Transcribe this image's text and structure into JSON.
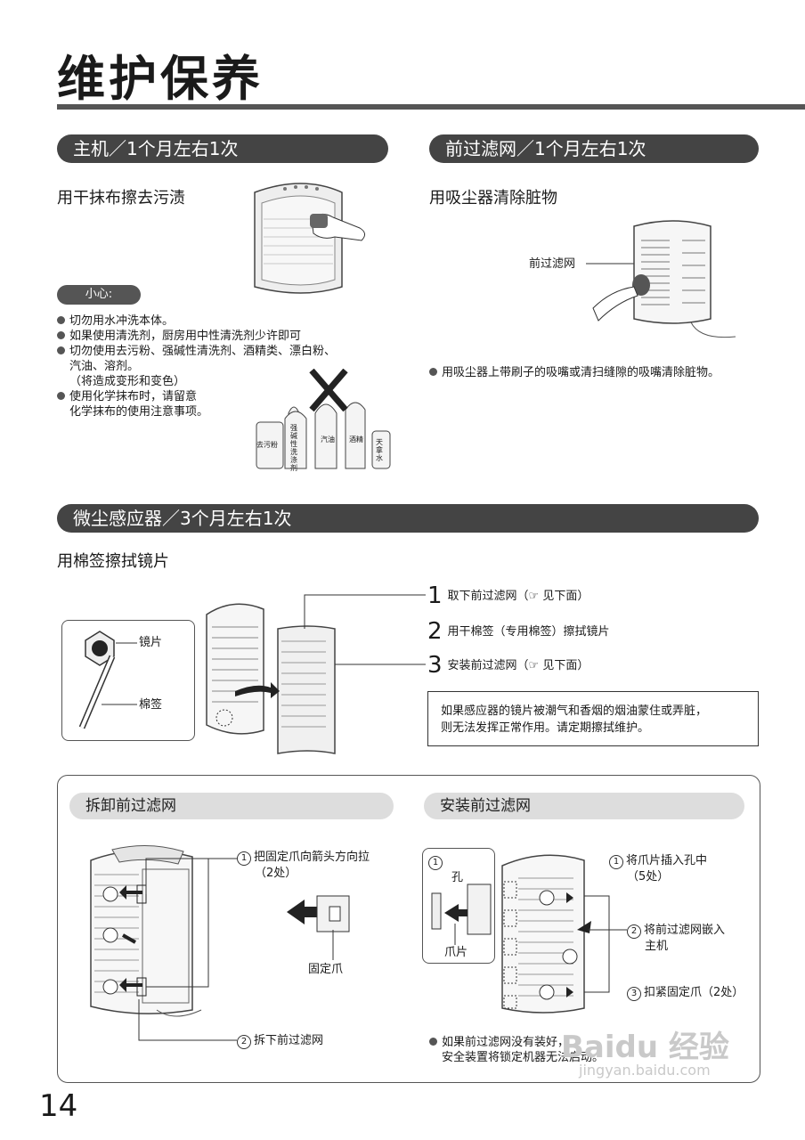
{
  "page": {
    "title": "维护保养",
    "page_number": "14"
  },
  "section_main": {
    "header": "主机／1个月左右1次",
    "subtitle": "用干抹布擦去污渍",
    "caution_label": "小心:",
    "bullets": [
      "切勿用水冲洗本体。",
      "如果使用清洗剂，厨房用中性清洗剂少许即可",
      "切勿使用去污粉、强碱性清洗剂、酒精类、漂白粉、",
      "使用化学抹布时，请留意"
    ],
    "bullet_lines": [
      "汽油、溶剂。",
      "（将造成变形和变色）",
      "化学抹布的使用注意事项。"
    ],
    "bottle_labels": [
      "去污粉",
      "强碱性洗涤剂",
      "汽油",
      "酒精",
      "天拿水"
    ]
  },
  "section_prefilter": {
    "header": "前过滤网／1个月左右1次",
    "subtitle": "用吸尘器清除脏物",
    "callout": "前过滤网",
    "bullet": "用吸尘器上带刷子的吸嘴或清扫缝隙的吸嘴清除脏物。"
  },
  "section_sensor": {
    "header": "微尘感应器／3个月左右1次",
    "subtitle": "用棉签擦拭镜片",
    "label_lens": "镜片",
    "label_swab": "棉签",
    "steps": [
      {
        "num": "1",
        "text": "取下前过滤网（☞ 见下面）"
      },
      {
        "num": "2",
        "text": "用干棉签（专用棉签）擦拭镜片"
      },
      {
        "num": "3",
        "text": "安装前过滤网（☞ 见下面）"
      }
    ],
    "note_line1": "如果感应器的镜片被潮气和香烟的烟油蒙住或弄脏，",
    "note_line2": "则无法发挥正常作用。请定期擦拭维护。"
  },
  "panel": {
    "remove": {
      "header": "拆卸前过滤网",
      "step1_line1": "把固定爪向箭头方向拉",
      "step1_line2": "（2处）",
      "step2": "拆下前过滤网",
      "claw_label": "固定爪"
    },
    "install": {
      "header": "安装前过滤网",
      "hole_label": "孔",
      "tab_label": "爪片",
      "step1_line1": "将爪片插入孔中",
      "step1_line2": "（5处）",
      "step2_line1": "将前过滤网嵌入",
      "step2_line2": "主机",
      "step3": "扣紧固定爪（2处）",
      "note_line1": "如果前过滤网没有装好，",
      "note_line2": "安全装置将锁定机器无法启动。"
    }
  },
  "watermark": {
    "brand": "Baidu 经验",
    "url": "jingyan.baidu.com"
  }
}
